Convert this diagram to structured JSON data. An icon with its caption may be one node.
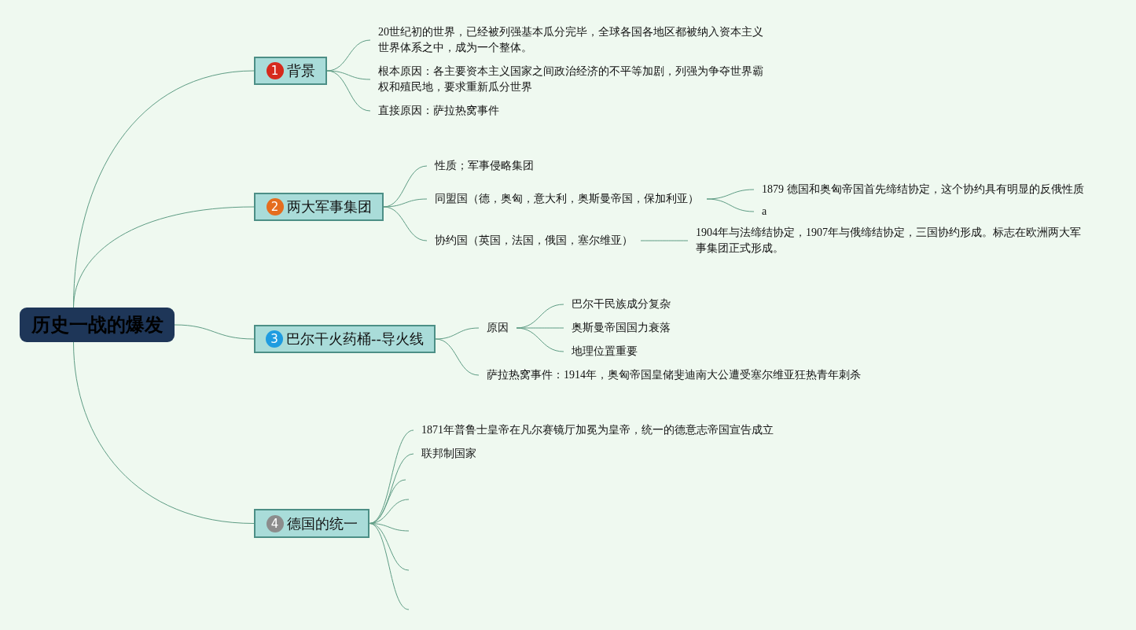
{
  "diagram": {
    "nodes": [
      {
        "text": [
          "历史一战的爆发"
        ]
      },
      {
        "text": [
          "1",
          "背景"
        ]
      },
      {
        "text": [
          "20世纪初的世界，已经被列强基本瓜分完毕，全球各国各地区都被纳入资本主义世界体系之中，成为一个整体。"
        ]
      },
      {
        "text": [
          "根本原因：各主要资本主义国家之间政治经济的不平等加剧，列强为争夺世界霸权和殖民地，要求重新瓜分世界"
        ]
      },
      {
        "text": [
          "直接原因：萨拉热窝事件"
        ]
      },
      {
        "text": [
          "2",
          "两大军事集团"
        ]
      },
      {
        "text": [
          "性质；军事侵略集团"
        ]
      },
      {
        "text": [
          "同盟国（德，奥匈，意大利，奥斯曼帝国，保加利亚）"
        ]
      },
      {
        "text": [
          "1879 德国和奥匈帝国首先缔结协定，这个协约具有明显的反俄性质"
        ]
      },
      {
        "text": [
          "a"
        ]
      },
      {
        "text": [
          "协约国（英国，法国，俄国，塞尔维亚）"
        ]
      },
      {
        "text": [
          "1904年与法缔结协定，1907年与俄缔结协定，三国协约形成。标志在欧洲两大军事集团正式形成。"
        ]
      },
      {
        "text": [
          "3",
          "巴尔干火药桶--导火线"
        ]
      },
      {
        "text": [
          "原因"
        ]
      },
      {
        "text": [
          "巴尔干民族成分复杂"
        ]
      },
      {
        "text": [
          "奥斯曼帝国国力衰落"
        ]
      },
      {
        "text": [
          "地理位置重要"
        ]
      },
      {
        "text": [
          "萨拉热窝事件：1914年，奥匈帝国皇储斐迪南大公遭受塞尔维亚狂热青年刺杀"
        ]
      },
      {
        "text": [
          "4",
          "德国的统一"
        ]
      },
      {
        "text": [
          "1871年普鲁士皇帝在凡尔赛镜厅加冕为皇帝，统一的德意志帝国宣告成立"
        ]
      },
      {
        "text": [
          "联邦制国家"
        ]
      }
    ],
    "edges": [
      {
        "from": 0,
        "to": 1,
        "arrow": "none"
      },
      {
        "from": 0,
        "to": 5,
        "arrow": "none"
      },
      {
        "from": 0,
        "to": 12,
        "arrow": "none"
      },
      {
        "from": 0,
        "to": 18,
        "arrow": "none"
      },
      {
        "from": 1,
        "to": 2,
        "arrow": "none"
      },
      {
        "from": 1,
        "to": 3,
        "arrow": "none"
      },
      {
        "from": 1,
        "to": 4,
        "arrow": "none"
      },
      {
        "from": 5,
        "to": 6,
        "arrow": "none"
      },
      {
        "from": 5,
        "to": 7,
        "arrow": "none"
      },
      {
        "from": 5,
        "to": 10,
        "arrow": "none"
      },
      {
        "from": 7,
        "to": 8,
        "arrow": "none"
      },
      {
        "from": 7,
        "to": 9,
        "arrow": "none"
      },
      {
        "from": 10,
        "to": 11,
        "arrow": "none"
      },
      {
        "from": 12,
        "to": 13,
        "arrow": "none"
      },
      {
        "from": 12,
        "to": 17,
        "arrow": "none"
      },
      {
        "from": 13,
        "to": 14,
        "arrow": "none"
      },
      {
        "from": 13,
        "to": 15,
        "arrow": "none"
      },
      {
        "from": 13,
        "to": 16,
        "arrow": "none"
      },
      {
        "from": 18,
        "to": 19,
        "arrow": "none"
      },
      {
        "from": 18,
        "to": 20,
        "arrow": "none"
      },
      {
        "from": 18,
        "to": null,
        "arrow": "none"
      },
      {
        "from": 18,
        "to": null,
        "arrow": "none"
      },
      {
        "from": 18,
        "to": null,
        "arrow": "none"
      },
      {
        "from": 18,
        "to": null,
        "arrow": "none"
      },
      {
        "from": 18,
        "to": null,
        "arrow": "none"
      }
    ]
  }
}
